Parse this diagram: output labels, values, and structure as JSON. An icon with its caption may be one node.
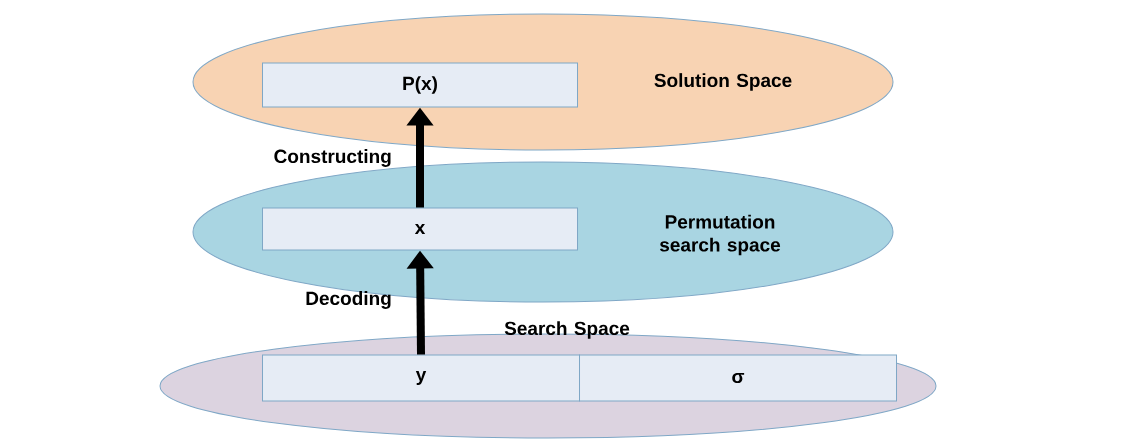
{
  "diagram": {
    "nodes": [
      {
        "text": [
          "Solution Space"
        ]
      },
      {
        "text": [
          "Permutation search space"
        ]
      },
      {
        "text": [
          "Search Space"
        ]
      },
      {
        "text": [
          "P(x)"
        ],
        "in": 0
      },
      {
        "text": [
          "x"
        ],
        "in": 1
      },
      {
        "text": [
          "y"
        ],
        "in": 2
      },
      {
        "text": [
          "σ"
        ],
        "in": 2
      }
    ],
    "edges": [
      {
        "from": 4,
        "to": 3,
        "arrow": "to",
        "label": "Constructing"
      },
      {
        "from": 5,
        "to": 4,
        "arrow": "to",
        "label": "Decoding"
      }
    ]
  }
}
